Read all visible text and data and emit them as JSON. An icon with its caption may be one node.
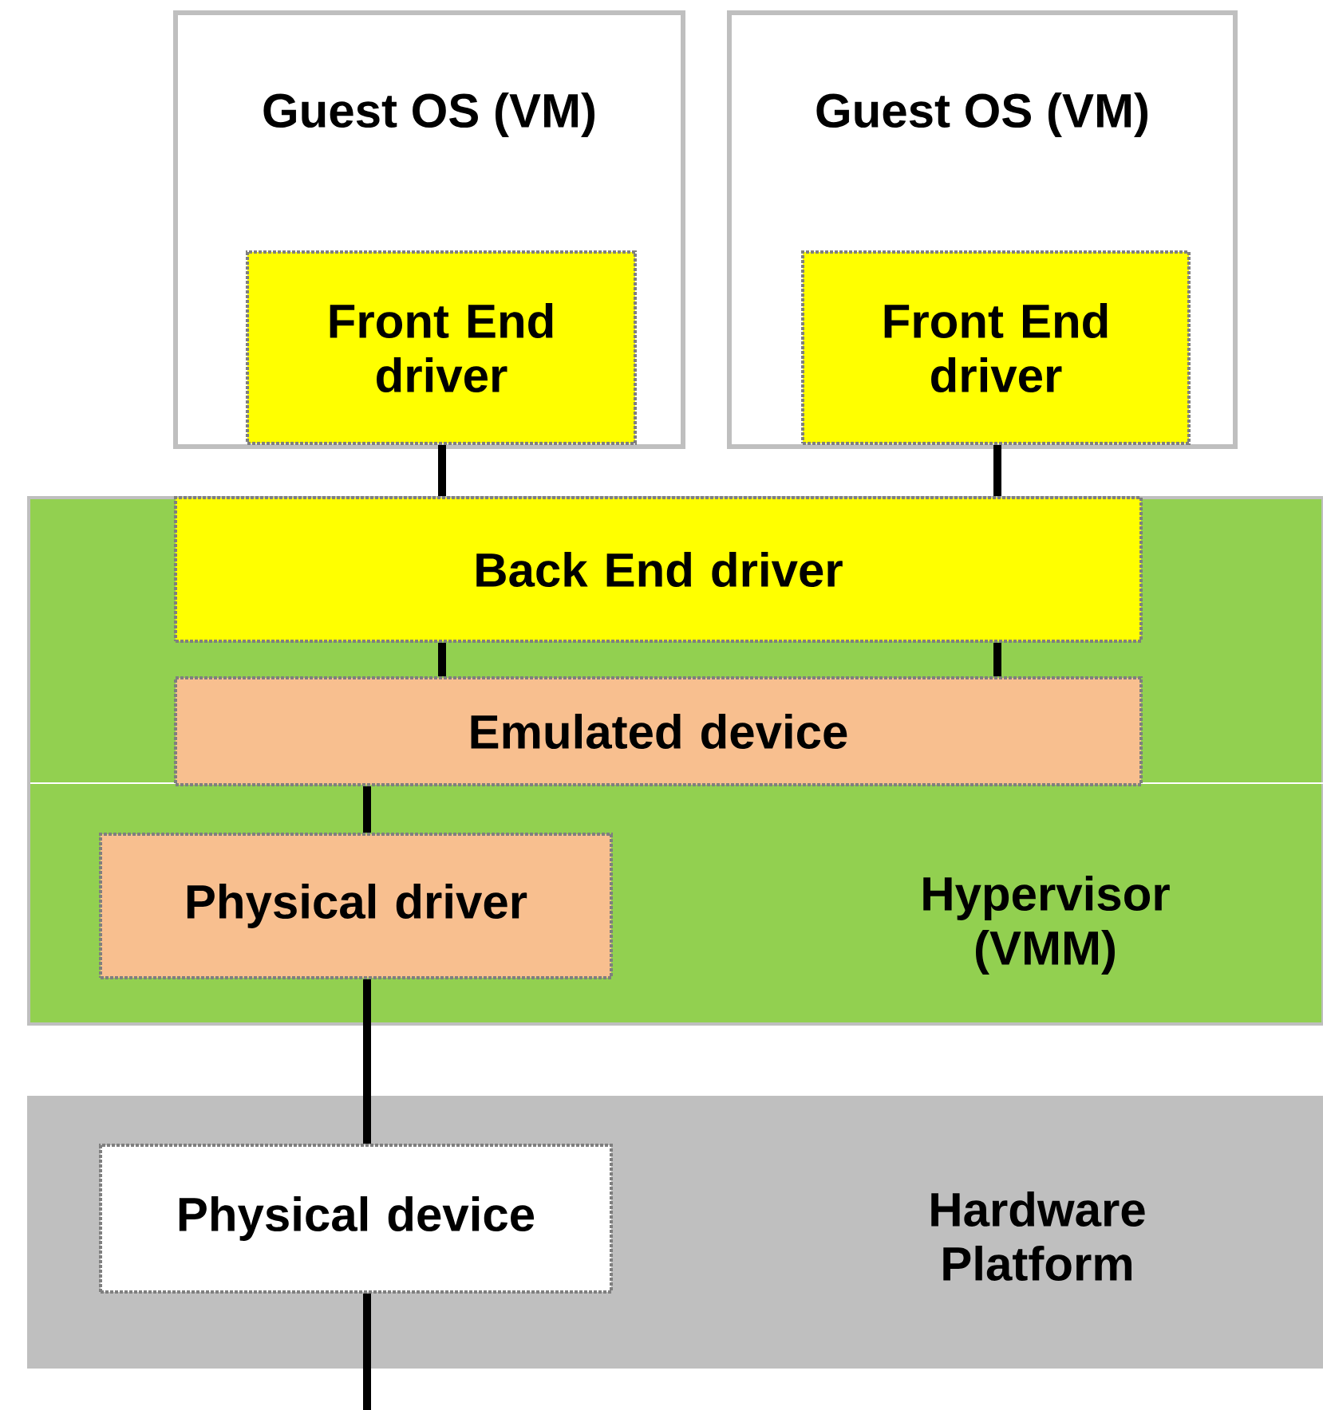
{
  "diagram": {
    "nodes": [
      {
        "text": [
          "Guest OS (VM)"
        ]
      },
      {
        "text": [
          "Front End driver"
        ],
        "in": 0
      },
      {
        "text": [
          "Guest OS (VM)"
        ]
      },
      {
        "text": [
          "Front End driver"
        ],
        "in": 2
      },
      {
        "text": [
          "Hypervisor (VMM)"
        ]
      },
      {
        "text": [
          "Back End driver"
        ],
        "in": 4
      },
      {
        "text": [
          "Emulated device"
        ],
        "in": 4
      },
      {
        "text": [
          "Physical driver"
        ],
        "in": 4
      },
      {
        "text": [
          "Hardware Platform"
        ]
      },
      {
        "text": [
          "Physical device"
        ],
        "in": 8
      }
    ],
    "edges": [
      {
        "from": 1,
        "to": 5,
        "arrow": "none"
      },
      {
        "from": 3,
        "to": 5,
        "arrow": "none"
      },
      {
        "from": 5,
        "to": 6,
        "arrow": "none"
      },
      {
        "from": 5,
        "to": 6,
        "arrow": "none"
      },
      {
        "from": 6,
        "to": 7,
        "arrow": "none"
      },
      {
        "from": 7,
        "to": 9,
        "arrow": "none"
      },
      {
        "from": 9,
        "to": null,
        "arrow": "none"
      }
    ]
  }
}
